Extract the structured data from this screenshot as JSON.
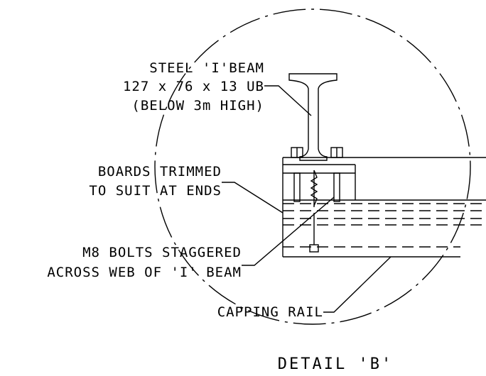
{
  "labels": {
    "steel_beam": [
      "STEEL 'I'BEAM",
      "127 x 76 x 13 UB",
      "(BELOW 3m HIGH)"
    ],
    "boards": [
      "BOARDS TRIMMED",
      "TO SUIT AT ENDS"
    ],
    "bolts": [
      "M8 BOLTS STAGGERED",
      "ACROSS WEB OF 'I' BEAM"
    ],
    "capping_rail": "CAPPING RAIL",
    "detail_title": "DETAIL 'B'"
  }
}
